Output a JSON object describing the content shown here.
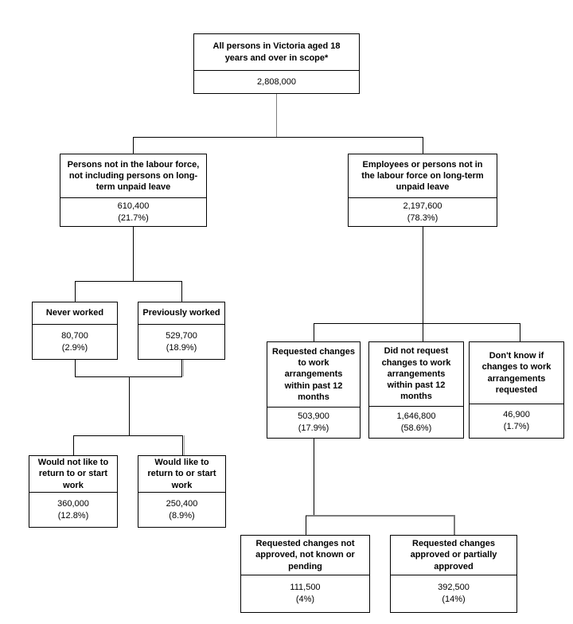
{
  "diagram": {
    "description": "Flowchart of persons in Victoria aged 18 years and over by labour force status and requested changes to work arrangements",
    "colors": {
      "background": "#ffffff",
      "box_border": "#000000",
      "connector": "#000000",
      "connector_gray": "#7a7a7a",
      "text": "#000000"
    },
    "nodes": {
      "root": {
        "title": "All persons in Victoria aged 18 years and over in scope*",
        "value": "2,808,000",
        "pct": ""
      },
      "nilf": {
        "title": "Persons not in the labour force, not including persons on long-term unpaid leave",
        "value": "610,400",
        "pct": "(21.7%)"
      },
      "employees": {
        "title": "Employees or persons not in the labour force on long-term unpaid leave",
        "value": "2,197,600",
        "pct": "(78.3%)"
      },
      "never_worked": {
        "title": "Never worked",
        "value": "80,700",
        "pct": "(2.9%)"
      },
      "previously_worked": {
        "title": "Previously worked",
        "value": "529,700",
        "pct": "(18.9%)"
      },
      "would_not_return": {
        "title": "Would not like to return to or start work",
        "value": "360,000",
        "pct": "(12.8%)"
      },
      "would_return": {
        "title": "Would like to return to or start work",
        "value": "250,400",
        "pct": "(8.9%)"
      },
      "requested_changes": {
        "title": "Requested changes to work arrangements within past 12 months",
        "value": "503,900",
        "pct": "(17.9%)"
      },
      "did_not_request": {
        "title": "Did not request changes to work arrangements within past 12 months",
        "value": "1,646,800",
        "pct": "(58.6%)"
      },
      "dont_know": {
        "title": "Don't know if changes to work arrangements requested",
        "value": "46,900",
        "pct": "(1.7%)"
      },
      "not_approved": {
        "title": "Requested changes not approved, not known or pending",
        "value": "111,500",
        "pct": "(4%)"
      },
      "approved": {
        "title": "Requested changes approved or partially approved",
        "value": "392,500",
        "pct": "(14%)"
      }
    }
  }
}
